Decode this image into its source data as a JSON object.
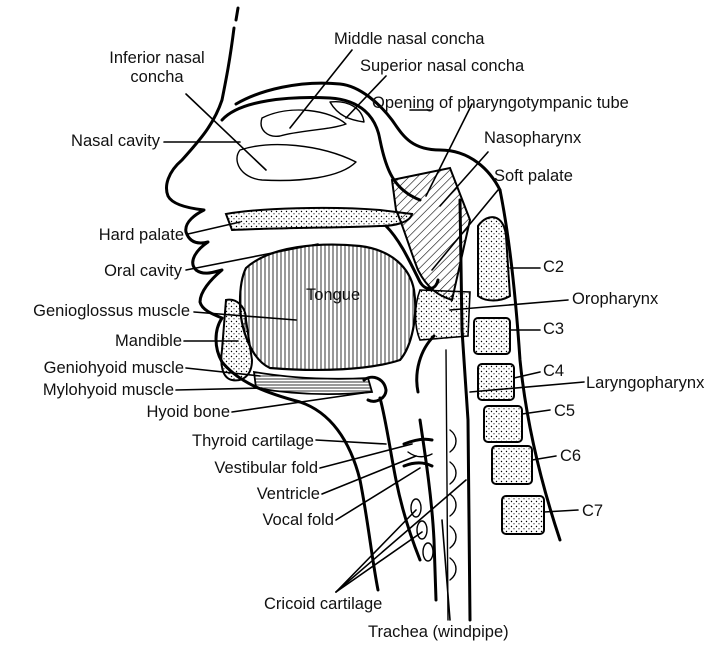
{
  "labels": {
    "inferior_nasal_concha": "Inferior nasal\nconcha",
    "middle_nasal_concha": "Middle nasal concha",
    "superior_nasal_concha": "Superior nasal concha",
    "opening_pharyngotympanic_tube": "Opening of pharyngotympanic tube",
    "nasal_cavity": "Nasal cavity",
    "nasopharynx": "Nasopharynx",
    "soft_palate": "Soft palate",
    "hard_palate": "Hard palate",
    "oral_cavity": "Oral cavity",
    "c2": "C2",
    "tongue": "Tongue",
    "oropharynx": "Oropharynx",
    "genioglossus_muscle": "Genioglossus muscle",
    "c3": "C3",
    "mandible": "Mandible",
    "geniohyoid_muscle": "Geniohyoid muscle",
    "c4": "C4",
    "mylohyoid_muscle": "Mylohyoid muscle",
    "laryngopharynx": "Laryngopharynx",
    "c5": "C5",
    "hyoid_bone": "Hyoid bone",
    "thyroid_cartilage": "Thyroid cartilage",
    "vestibular_fold": "Vestibular fold",
    "c6": "C6",
    "ventricle": "Ventricle",
    "vocal_fold": "Vocal fold",
    "c7": "C7",
    "cricoid_cartilage": "Cricoid cartilage",
    "trachea": "Trachea (windpipe)"
  }
}
